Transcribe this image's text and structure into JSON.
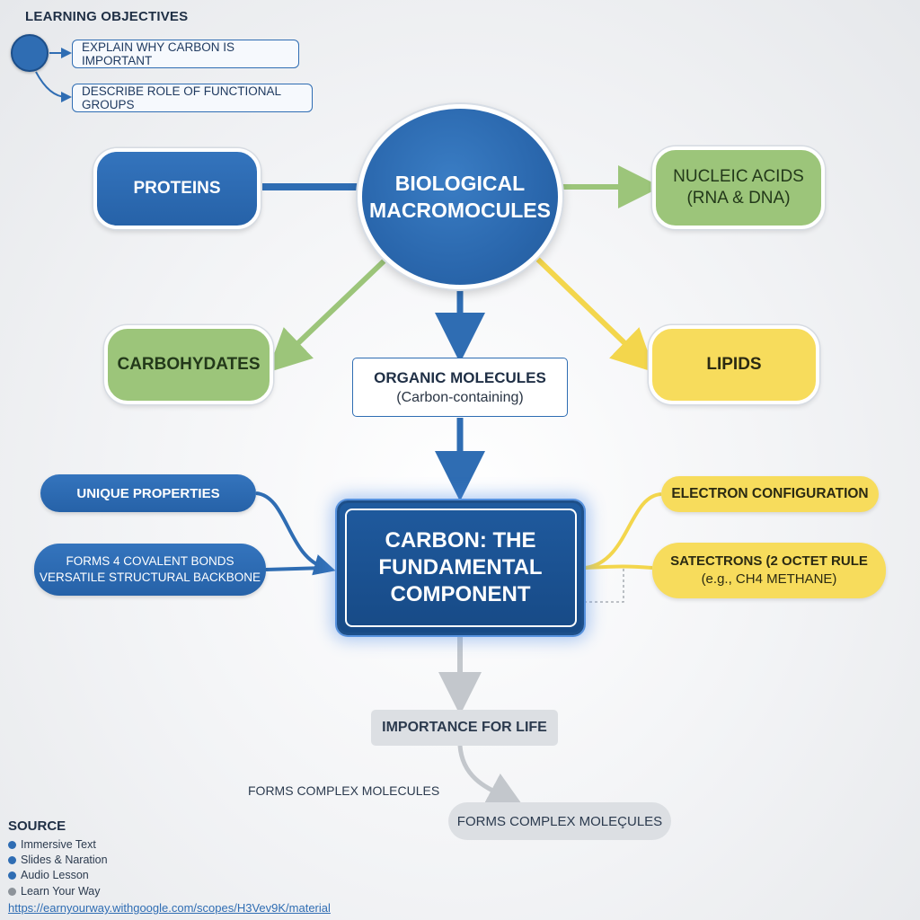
{
  "learning_objectives": {
    "title": "LEARNING OBJECTIVES",
    "items": [
      "EXPLAIN WHY CARBON IS IMPORTANT",
      "DESCRIBE ROLE OF FUNCTIONAL GROUPS"
    ]
  },
  "center": {
    "line1": "BIOLOGICAL",
    "line2": "MACROMOCULES"
  },
  "macromolecules": {
    "proteins": "PROTEINS",
    "nucleic_line1": "NUCLEIC ACIDS",
    "nucleic_line2": "(RNA & DNA)",
    "carbohydrates": "CARBOHYDATES",
    "lipids": "LIPIDS"
  },
  "organic": {
    "title": "ORGANIC MOLECULES",
    "subtitle": "(Carbon-containing)"
  },
  "carbon": {
    "line1": "CARBON: THE",
    "line2": "FUNDAMENTAL",
    "line3": "COMPONENT"
  },
  "left_props": {
    "unique": "UNIQUE PROPERTIES",
    "forms_line1": "FORMS 4 COVALENT BONDS",
    "forms_line2": "VERSATILE STRUCTURAL BACKBONE"
  },
  "right_props": {
    "electron": "ELECTRON CONFIGURATION",
    "sat_bold": "SATECTRONS",
    "sat_rest": " (2 OCTET RULE",
    "sat_line2": "(e.g., CH4 METHANE)"
  },
  "importance": {
    "label": "IMPORTANCE FOR LIFE",
    "side_text": "FORMS COMPLEX MOLECULES",
    "pill": "FORMS COMPLEX MOLEÇULES"
  },
  "source": {
    "title": "SOURCE",
    "items": [
      "Immersive Text",
      "Slides & Naration",
      "Audio Lesson",
      "Learn Your Way"
    ],
    "link": "https://earnyourway.withgoogle.com/scopes/H3Vev9K/material"
  },
  "colors": {
    "blue": "#2f6db3",
    "green": "#9cc57a",
    "yellow": "#f7dc5c",
    "grey": "#dcdfe3"
  }
}
